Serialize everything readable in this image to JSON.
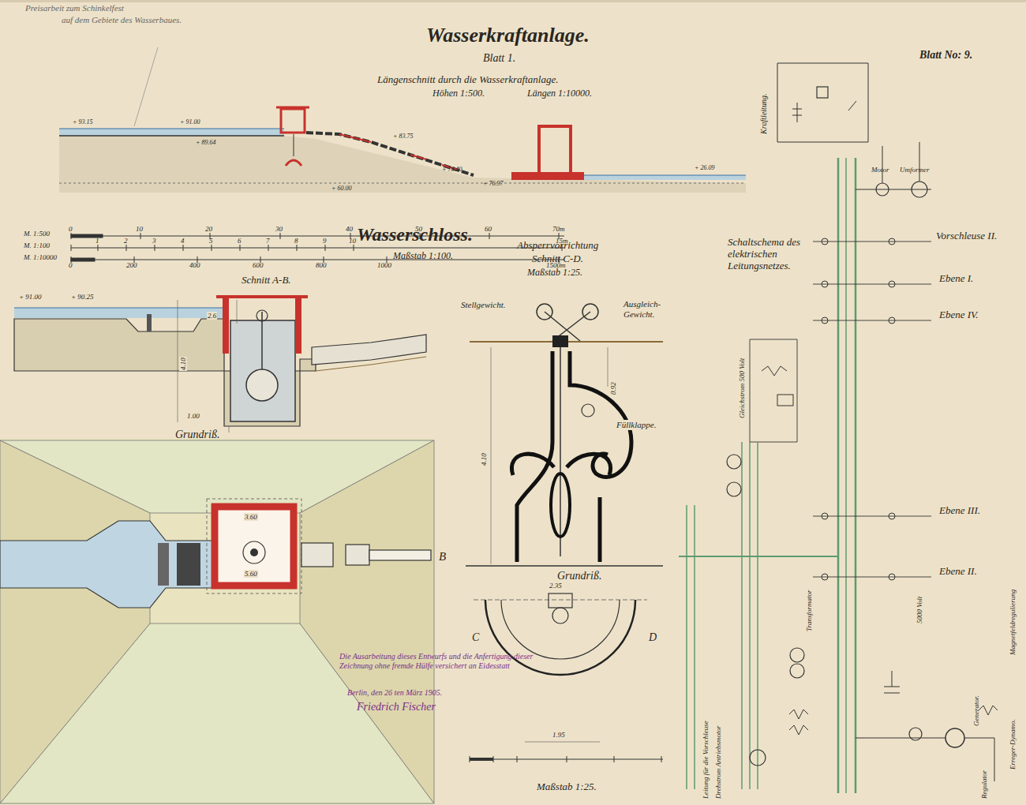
{
  "diagram": {
    "title": "Wasserkraftanlage.",
    "labels": [
      "Preisarbeit zum Schinkelfest",
      "auf dem Gebiete des Wasserbaues.",
      "Blatt 1.",
      "Längenschnitt durch die Wasserkraftanlage.",
      "Höhen 1:500.",
      "Längen 1:10000.",
      "Blatt No: 9.",
      "Wasserschloss.",
      "Maßstab 1:100.",
      "Schnitt A-B.",
      "Grundriß.",
      "Absperrvorrichtung",
      "Schnitt C-D.",
      "Maßstab 1:25.",
      "Stellgewicht.",
      "Ausgleich- Gewicht.",
      "Füllklappe.",
      "Grundriß.",
      "Maßstab 1:25.",
      "Schaltschema des elektrischen Leitungsnetzes.",
      "Vorschleuse II.",
      "Ebene I.",
      "Ebene IV.",
      "Ebene III.",
      "Ebene II.",
      "Die Ausarbeitung dieses Entwurfs und die Anfertigung dieser Zeichnung ohne fremde Hülfe versichert an Eidesstatt",
      "Berlin, den 26 ten März 1905.",
      "Friedrich Fischer",
      "M. 1:500",
      "M. 1:100",
      "M. 1:10000",
      "0",
      "10",
      "20",
      "30",
      "40",
      "50",
      "60",
      "70m",
      "1",
      "2",
      "3",
      "4",
      "5",
      "6",
      "7",
      "8",
      "9",
      "10",
      "15m",
      "0",
      "200",
      "400",
      "600",
      "800",
      "1000",
      "1500m",
      "2.6",
      "4.10",
      "1.00",
      "+ 91.00",
      "+ 90.25",
      "3.60",
      "5.60",
      "B",
      "4.10",
      "0.92",
      "1.95",
      "C",
      "D",
      "2.35",
      "+ 93.15",
      "+ 91.00",
      "+ 89.64",
      "+ 83.75",
      "+ 78.40",
      "+ 76.97",
      "+ 60.00",
      "+ 26.09",
      "Kraftleitung.",
      "Motor",
      "Umformer",
      "Gleichstrom 500 Volt",
      "Transformator",
      "5000 Volt",
      "Generator.",
      "Erreger-Dynamo.",
      "Regulator",
      "Drehstrom Antriebsmotor",
      "Leitung für die Vorschleuse",
      "Magnetfeldregulierung"
    ]
  }
}
